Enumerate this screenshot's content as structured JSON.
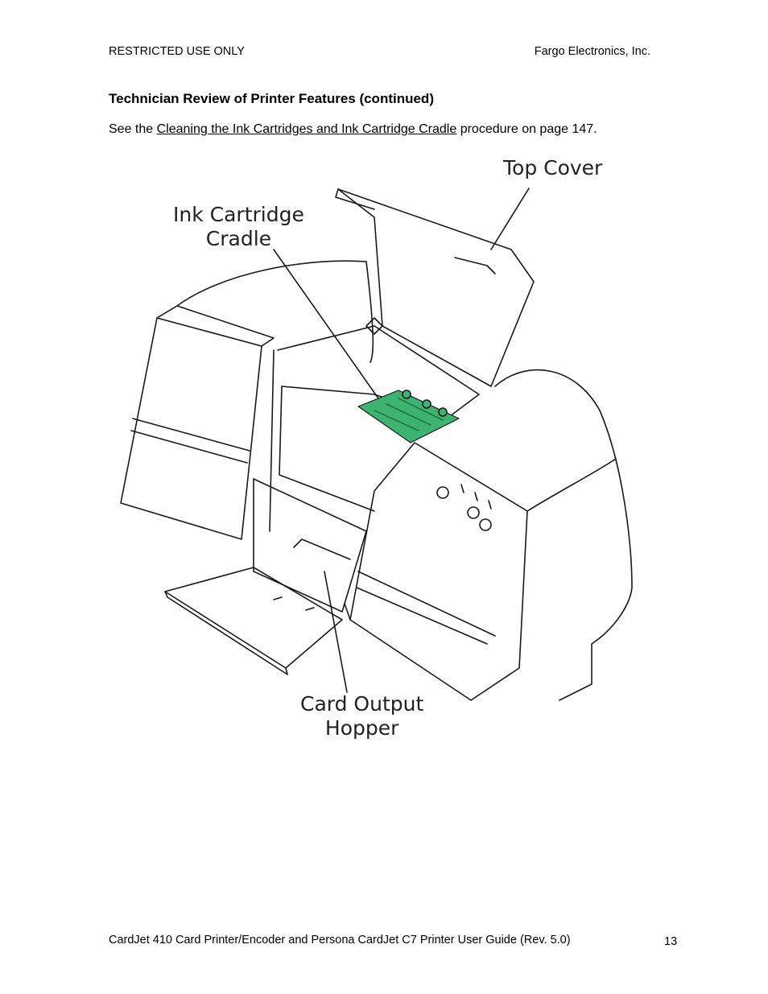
{
  "header": {
    "left": "RESTRICTED USE ONLY",
    "right": "Fargo Electronics, Inc."
  },
  "section": {
    "title": "Technician Review of Printer Features (continued)"
  },
  "intro": {
    "prefix": "See the ",
    "link": "Cleaning the Ink Cartridges and Ink Cartridge Cradle",
    "suffix": " procedure on page 147."
  },
  "figure": {
    "callouts": {
      "top_cover": "Top Cover",
      "cradle_line1": "Ink Cartridge",
      "cradle_line2": "Cradle",
      "hopper_line1": "Card Output",
      "hopper_line2": "Hopper"
    },
    "colors": {
      "line": "#1a1a1a",
      "cradle_fill": "#3cb371"
    }
  },
  "footer": {
    "text": "CardJet 410 Card Printer/Encoder and Persona CardJet C7 Printer User Guide (Rev. 5.0)",
    "page": "13"
  }
}
